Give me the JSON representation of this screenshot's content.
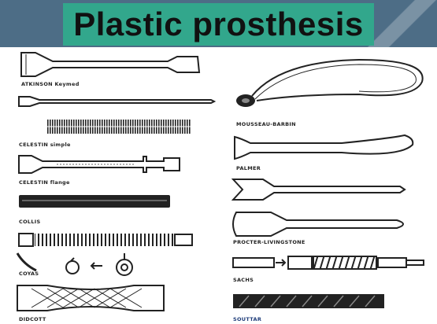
{
  "slide": {
    "title": "Plastic prosthesis"
  },
  "devices": {
    "atkinson": "ATKINSON Keymed",
    "celestin_simple": "CELESTIN simple",
    "celestin_flange": "CELESTIN flange",
    "collis": "COLLIS",
    "coyas": "COYAS",
    "didcott": "DIDCOTT",
    "mousseau_barbin": "MOUSSEAU-BARBIN",
    "palmer": "PALMER",
    "procter_livingstone": "PROCTER-LIVINGSTONE",
    "sachs": "SACHS",
    "souttar": "SOUTTAR"
  },
  "colors": {
    "title_bar": "#4d6d86",
    "title_box": "#32a78c"
  }
}
